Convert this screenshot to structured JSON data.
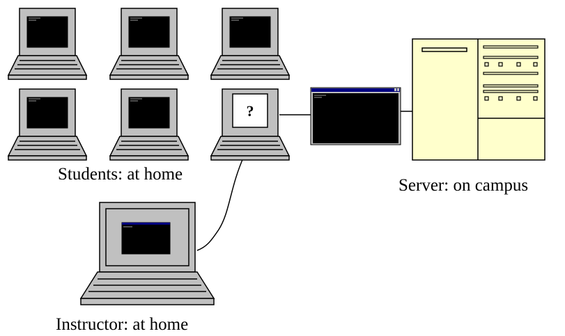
{
  "labels": {
    "students": "Students: at home",
    "server": "Server: on campus",
    "instructor": "Instructor: at home"
  },
  "unknown_screen": {
    "symbol": "?"
  },
  "colors": {
    "laptop_body": "#c0c0c0",
    "screen": "#000000",
    "server_body": "#ffffcc",
    "window_titlebar": "#000080",
    "window_frame": "#c0c0c0",
    "line": "#000000"
  },
  "nodes": {
    "student_laptops": [
      "student-laptop-1",
      "student-laptop-2",
      "student-laptop-3",
      "student-laptop-4",
      "student-laptop-5",
      "student-laptop-6"
    ],
    "remote_terminal_window": "terminal-window",
    "server": "campus-server",
    "instructor_laptop": "instructor-laptop"
  },
  "connections": [
    {
      "from": "student-laptop-6",
      "to": "terminal-window"
    },
    {
      "from": "terminal-window",
      "to": "campus-server"
    },
    {
      "from": "student-laptop-6",
      "to": "instructor-laptop"
    }
  ]
}
